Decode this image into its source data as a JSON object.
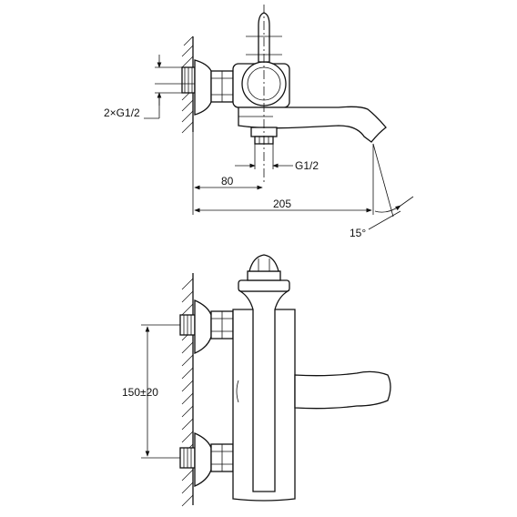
{
  "dimensions": {
    "inlet_thread": "2×G1/2",
    "outlet_thread": "G1/2",
    "wall_to_spout_axis": "80",
    "total_projection": "205",
    "spout_angle": "15°",
    "inlet_spacing": "150±20"
  },
  "colors": {
    "line": "#111111",
    "background": "#ffffff"
  }
}
